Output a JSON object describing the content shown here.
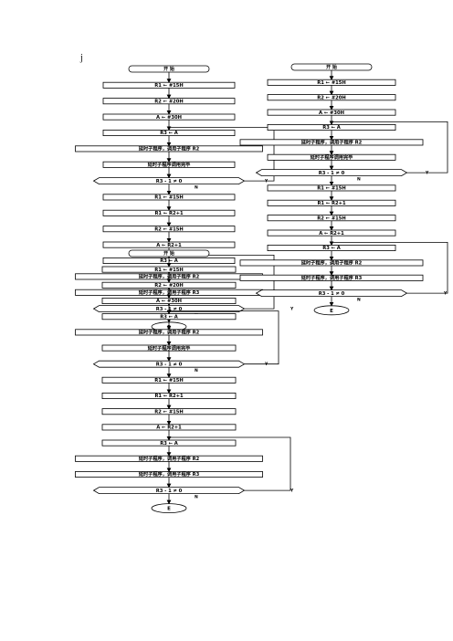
{
  "page": {
    "stray_mark": "j"
  },
  "labels": {
    "start": "开 始",
    "end": "E",
    "yes": "Y",
    "no": "N"
  },
  "flowcharts": [
    {
      "name": "flowchart-left-top",
      "steps": [
        {
          "kind": "start",
          "text": "开 始"
        },
        {
          "kind": "process",
          "text": "R1 ← #15H"
        },
        {
          "kind": "process",
          "text": "R2 ← #20H"
        },
        {
          "kind": "process",
          "text": "A ← #30H"
        },
        {
          "kind": "process",
          "text": "R3 ← A",
          "loop": "outer"
        },
        {
          "kind": "process",
          "text": "延时子程序，调用子程序 R2"
        },
        {
          "kind": "process",
          "text": "延时子程序调用完毕"
        },
        {
          "kind": "decision",
          "text": "R3 - 1 ≠ 0"
        },
        {
          "kind": "process",
          "text": "R1 ← #15H"
        },
        {
          "kind": "process",
          "text": "R1 ← R2+1"
        },
        {
          "kind": "process",
          "text": "R2 ← #15H"
        },
        {
          "kind": "process",
          "text": "A ← R2+1"
        },
        {
          "kind": "process",
          "text": "R3 ← A",
          "loop": "inner"
        },
        {
          "kind": "process",
          "text": "延时子程序，调用子程序 R2"
        },
        {
          "kind": "process",
          "text": "延时子程序，调用子程序 R3"
        },
        {
          "kind": "decision",
          "text": "R3 - 1 ≠ 0"
        },
        {
          "kind": "end",
          "text": "E"
        }
      ]
    },
    {
      "name": "flowchart-right",
      "steps": [
        {
          "kind": "start",
          "text": "开 始"
        },
        {
          "kind": "process",
          "text": "R1 ← #15H"
        },
        {
          "kind": "process",
          "text": "R2 ← #20H"
        },
        {
          "kind": "process",
          "text": "A ← #30H"
        },
        {
          "kind": "process",
          "text": "R3 ← A",
          "loop": "outer"
        },
        {
          "kind": "process",
          "text": "延时子程序，调用子程序 R2"
        },
        {
          "kind": "process",
          "text": "延时子程序调用完毕"
        },
        {
          "kind": "decision",
          "text": "R3 - 1 ≠ 0"
        },
        {
          "kind": "process",
          "text": "R1 ← #15H"
        },
        {
          "kind": "process",
          "text": "R1 ← R2+1"
        },
        {
          "kind": "process",
          "text": "R2 ← #15H"
        },
        {
          "kind": "process",
          "text": "A ← R2+1"
        },
        {
          "kind": "process",
          "text": "R3 ← A",
          "loop": "inner"
        },
        {
          "kind": "process",
          "text": "延时子程序，调用子程序 R2"
        },
        {
          "kind": "process",
          "text": "延时子程序，调用子程序 R3"
        },
        {
          "kind": "decision",
          "text": "R3 - 1 ≠ 0"
        },
        {
          "kind": "end",
          "text": "E"
        }
      ]
    },
    {
      "name": "flowchart-left-bottom",
      "steps": [
        {
          "kind": "start",
          "text": "开 始"
        },
        {
          "kind": "process",
          "text": "R1 ← #15H"
        },
        {
          "kind": "process",
          "text": "R2 ← #20H"
        },
        {
          "kind": "process",
          "text": "A ← #30H"
        },
        {
          "kind": "process",
          "text": "R3 ← A",
          "loop": "outer"
        },
        {
          "kind": "process",
          "text": "延时子程序，调用子程序 R2"
        },
        {
          "kind": "process",
          "text": "延时子程序调用完毕"
        },
        {
          "kind": "decision",
          "text": "R3 - 1 ≠ 0"
        },
        {
          "kind": "process",
          "text": "R1 ← #15H"
        },
        {
          "kind": "process",
          "text": "R1 ← R2+1"
        },
        {
          "kind": "process",
          "text": "R2 ← #15H"
        },
        {
          "kind": "process",
          "text": "A ← R2+1"
        },
        {
          "kind": "process",
          "text": "R3 ← A",
          "loop": "inner"
        },
        {
          "kind": "process",
          "text": "延时子程序，调用子程序 R2"
        },
        {
          "kind": "process",
          "text": "延时子程序，调用子程序 R3"
        },
        {
          "kind": "decision",
          "text": "R3 - 1 ≠ 0"
        },
        {
          "kind": "end",
          "text": "E"
        }
      ]
    }
  ]
}
